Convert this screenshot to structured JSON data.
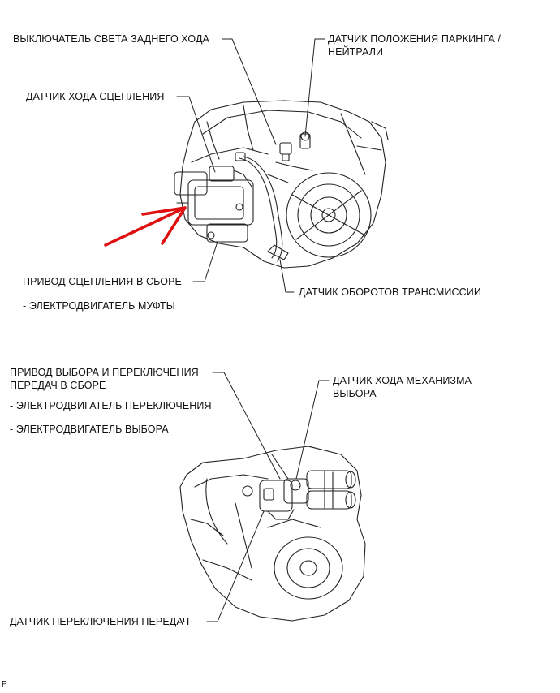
{
  "top_diagram": {
    "labels": {
      "reverse_light_switch": "ВЫКЛЮЧАТЕЛЬ СВЕТА ЗАДНЕГО ХОДА",
      "park_neutral_sensor_l1": "ДАТЧИК ПОЛОЖЕНИЯ ПАРКИНГА /",
      "park_neutral_sensor_l2": "НЕЙТРАЛИ",
      "clutch_stroke_sensor": "ДАТЧИК ХОДА СЦЕПЛЕНИЯ",
      "clutch_actuator_assy": "ПРИВОД СЦЕПЛЕНИЯ В СБОРЕ",
      "clutch_motor": "- ЭЛЕКТРОДВИГАТЕЛЬ МУФТЫ",
      "transmission_speed_sensor": "ДАТЧИК ОБОРОТОВ ТРАНСМИССИИ"
    },
    "arrow_color": "#e01010"
  },
  "bottom_diagram": {
    "labels": {
      "shift_select_actuator_l1": "ПРИВОД ВЫБОРА И ПЕРЕКЛЮЧЕНИЯ",
      "shift_select_actuator_l2": "ПЕРЕДАЧ В СБОРЕ",
      "shift_motor": "- ЭЛЕКТРОДВИГАТЕЛЬ ПЕРЕКЛЮЧЕНИЯ",
      "select_motor": "- ЭЛЕКТРОДВИГАТЕЛЬ ВЫБОРА",
      "select_stroke_sensor_l1": "ДАТЧИК ХОДА МЕХАНИЗМА",
      "select_stroke_sensor_l2": "ВЫБОРА",
      "shift_sensor": "ДАТЧИК ПЕРЕКЛЮЧЕНИЯ ПЕРЕДАЧ"
    }
  },
  "footer_mark": "P"
}
